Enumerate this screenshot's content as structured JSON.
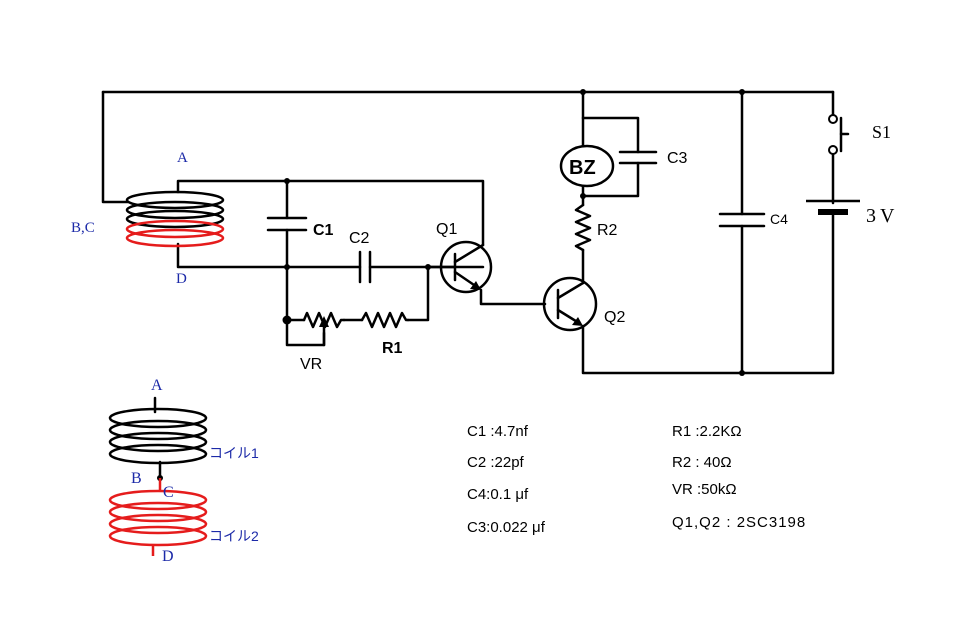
{
  "labels": {
    "coil_top_a": "A",
    "coil_bc": "B,C",
    "coil_top_d": "D",
    "c1": "C1",
    "c2": "C2",
    "q1": "Q1",
    "q2": "Q2",
    "vr": "VR",
    "r1": "R1",
    "r2": "R2",
    "c3": "C3",
    "c4": "C4",
    "bz": "BZ",
    "s1": "S1",
    "battery": "3V",
    "detail_a": "A",
    "detail_b": "B",
    "detail_c": "C",
    "detail_d": "D",
    "coil1": "コイル1",
    "coil2": "コイル2"
  },
  "specs": {
    "c1": "C1 :4.7nf",
    "c2": "C2 :22pf",
    "c4": "C4:0.1 μf",
    "c3": "C3:0.022 μf",
    "r1": "R1  :2.2KΩ",
    "r2": "R2  : 40Ω",
    "vr": "VR  :50kΩ",
    "q": "Q1,Q2 :  2SC3198"
  },
  "colors": {
    "wire": "#000000",
    "coil2": "#e51c1c",
    "coil_labels": "#1c2aa8"
  }
}
